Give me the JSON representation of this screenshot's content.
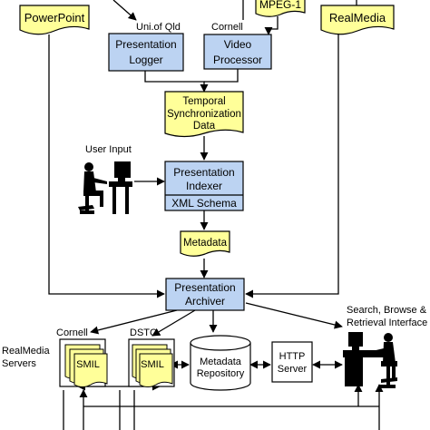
{
  "colors": {
    "process_fill": "#bcd3f2",
    "document_fill": "#ffff99",
    "stroke": "#000000"
  },
  "documents": {
    "powerpoint": "PowerPoint",
    "mpeg": "MPEG-1",
    "realmedia": "RealMedia",
    "sync_data": [
      "Temporal",
      "Synchronization",
      "Data"
    ],
    "metadata": "Metadata",
    "smil_cornell": "SMIL",
    "smil_dstc": "SMIL"
  },
  "processes": {
    "presentation_logger": [
      "Presentation",
      "Logger"
    ],
    "video_processor": [
      "Video",
      "Processor"
    ],
    "presentation_indexer": [
      "Presentation",
      "Indexer"
    ],
    "xml_schema": "XML Schema",
    "presentation_archiver": [
      "Presentation",
      "Archiver"
    ]
  },
  "stores": {
    "metadata_repository": [
      "Metadata",
      "Repository"
    ],
    "http_server": [
      "HTTP",
      "Server"
    ]
  },
  "labels": {
    "uni_of_qld": "Uni.of Qld",
    "cornell_top": "Cornell",
    "user_input": "User Input",
    "cornell_bottom": "Cornell",
    "dstc": "DSTC",
    "realmedia_servers": [
      "RealMedia",
      "Servers"
    ],
    "search_interface": [
      "Search, Browse &",
      "Retrieval Interface"
    ]
  },
  "icons": [
    "person-at-computer-icon",
    "user-at-workstation-icon"
  ]
}
